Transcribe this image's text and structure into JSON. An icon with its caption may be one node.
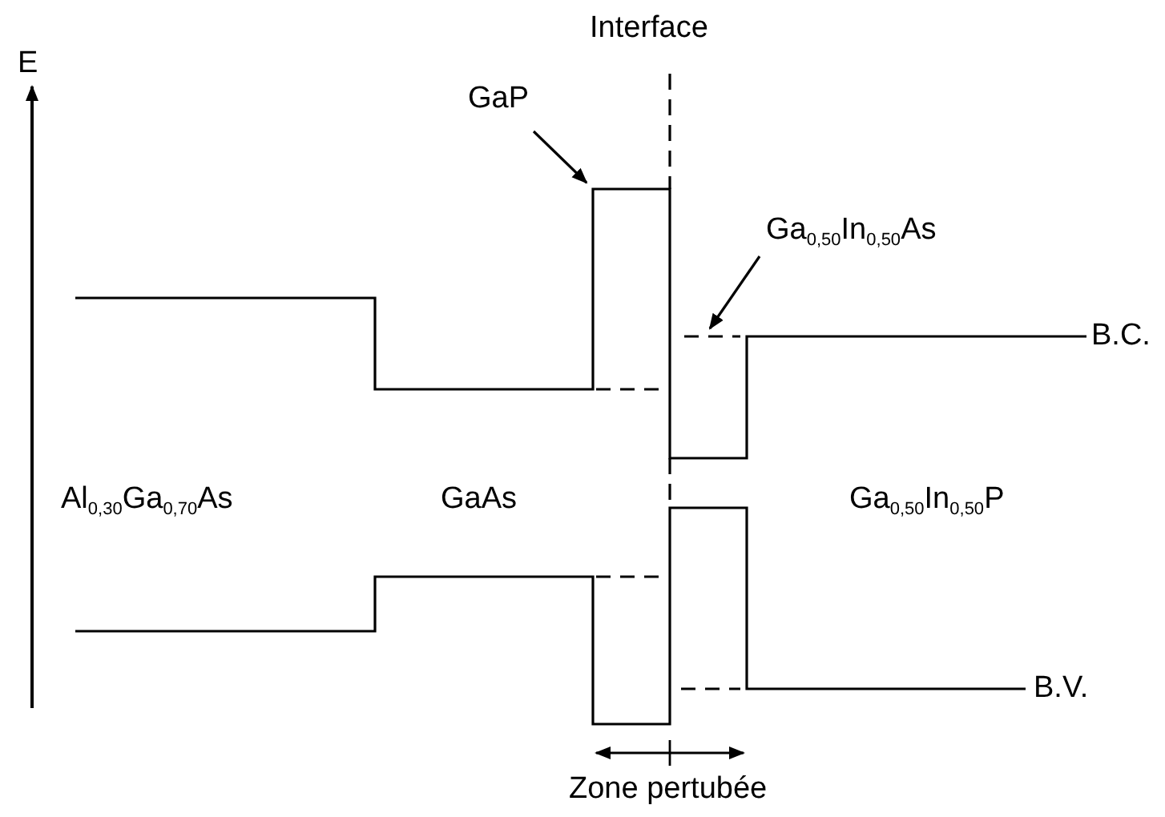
{
  "diagram": {
    "nodes": [
      {
        "text": [
          "GaP"
        ]
      },
      {
        "text": [
          "Ga$_{0,50}$In$_{0,50}$As"
        ]
      }
    ],
    "edges": [
      {
        "from": 0,
        "to": null,
        "arrow": "to"
      },
      {
        "from": 1,
        "to": null,
        "arrow": "to"
      }
    ],
    "labels": [
      "E",
      "Interface",
      "B.C.",
      "Al$_{0,30}$Ga$_{0,70}$As",
      "GaAs",
      "Ga$_{0,50}$In$_{0,50}$P",
      "B.V.",
      "Zone pertubée"
    ]
  }
}
